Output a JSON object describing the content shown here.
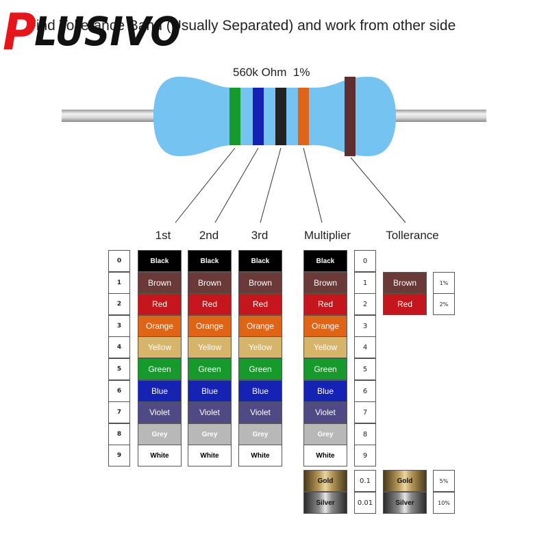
{
  "logo": {
    "first": "P",
    "rest": "LUSIVO"
  },
  "heading": "Find Tollerance Band (Usually Separated) and work from other side",
  "resistor_value": "560k Ohm  1%",
  "columns": {
    "first": "1st",
    "second": "2nd",
    "third": "3rd",
    "multiplier": "Multiplier",
    "tolerance": "Tollerance"
  },
  "digits": [
    "0",
    "1",
    "2",
    "3",
    "4",
    "5",
    "6",
    "7",
    "8",
    "9"
  ],
  "band_colors": [
    {
      "name": "Black",
      "cls": "b-black",
      "hex": "#000000"
    },
    {
      "name": "Brown",
      "cls": "b-brown",
      "hex": "#6b3a38"
    },
    {
      "name": "Red",
      "cls": "b-red",
      "hex": "#c4161c"
    },
    {
      "name": "Orange",
      "cls": "b-orange",
      "hex": "#e06416"
    },
    {
      "name": "Yellow",
      "cls": "b-yellow",
      "hex": "#d6b56a"
    },
    {
      "name": "Green",
      "cls": "b-green",
      "hex": "#169a2c"
    },
    {
      "name": "Blue",
      "cls": "b-blue",
      "hex": "#1522b4"
    },
    {
      "name": "Violet",
      "cls": "b-violet",
      "hex": "#4f4a86"
    },
    {
      "name": "Grey",
      "cls": "b-grey",
      "hex": "#b8b8b8"
    },
    {
      "name": "White",
      "cls": "b-white",
      "hex": "#ffffff"
    }
  ],
  "multiplier_values": [
    "0",
    "1",
    "2",
    "3",
    "4",
    "5",
    "6",
    "7",
    "8",
    "9"
  ],
  "multiplier_extra": [
    {
      "name": "Gold",
      "cls": "b-gold",
      "value": "0.1"
    },
    {
      "name": "Silver",
      "cls": "b-silver",
      "value": "0.01"
    }
  ],
  "tolerance": [
    {
      "name": "Brown",
      "cls": "b-brown",
      "value": "1%"
    },
    {
      "name": "Red",
      "cls": "b-red",
      "value": "2%"
    },
    {
      "name": "Gold",
      "cls": "b-gold",
      "value": "5%"
    },
    {
      "name": "Silver",
      "cls": "b-silver",
      "value": "10%"
    }
  ],
  "resistor_bands": [
    "Green",
    "Blue",
    "Black",
    "Orange",
    "Brown"
  ],
  "colors": {
    "resistor_body": "#74c3f0",
    "lead": "#c8c8c8",
    "logo_red": "#e8141b"
  }
}
